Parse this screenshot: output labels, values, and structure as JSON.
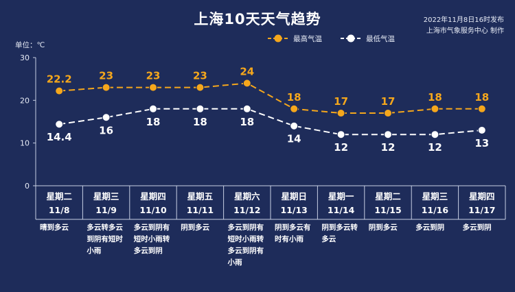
{
  "header": {
    "title": "上海10天天气趋势",
    "publish_time": "2022年11月8日16时发布",
    "publisher": "上海市气象服务中心 制作",
    "unit": "单位：℃"
  },
  "colors": {
    "background": "#1e2c5a",
    "high": "#f5a71c",
    "low": "#ffffff",
    "grid": "#c8d0e4"
  },
  "chart_data": {
    "type": "line",
    "ylim": [
      0,
      30
    ],
    "yticks": [
      0,
      10,
      20,
      30
    ],
    "grid": false,
    "legend_position": "top",
    "categories": [
      {
        "weekday": "星期二",
        "date": "11/8"
      },
      {
        "weekday": "星期三",
        "date": "11/9"
      },
      {
        "weekday": "星期四",
        "date": "11/10"
      },
      {
        "weekday": "星期五",
        "date": "11/11"
      },
      {
        "weekday": "星期六",
        "date": "11/12"
      },
      {
        "weekday": "星期日",
        "date": "11/13"
      },
      {
        "weekday": "星期一",
        "date": "11/14"
      },
      {
        "weekday": "星期二",
        "date": "11/15"
      },
      {
        "weekday": "星期三",
        "date": "11/16"
      },
      {
        "weekday": "星期四",
        "date": "11/17"
      }
    ],
    "series": [
      {
        "name": "最高气温",
        "values": [
          22.2,
          23,
          23,
          23,
          24,
          18,
          17,
          17,
          18,
          18
        ],
        "labels": [
          "22.2",
          "23",
          "23",
          "23",
          "24",
          "18",
          "17",
          "17",
          "18",
          "18"
        ]
      },
      {
        "name": "最低气温",
        "values": [
          14.4,
          16,
          18,
          18,
          18,
          14,
          12,
          12,
          12,
          13
        ],
        "labels": [
          "14.4",
          "16",
          "18",
          "18",
          "18",
          "14",
          "12",
          "12",
          "12",
          "13"
        ]
      }
    ],
    "weather": [
      "晴到多云",
      "多云转多云\n到阴有短时\n小雨",
      "多云到阴有\n短时小雨转\n多云到阴",
      "阴到多云",
      "多云到阴有\n短时小雨转\n多云到阴有\n小雨",
      "阴到多云有\n时有小雨",
      "阴到多云转\n多云",
      "阴到多云",
      "多云到阴",
      "多云到阴"
    ]
  }
}
